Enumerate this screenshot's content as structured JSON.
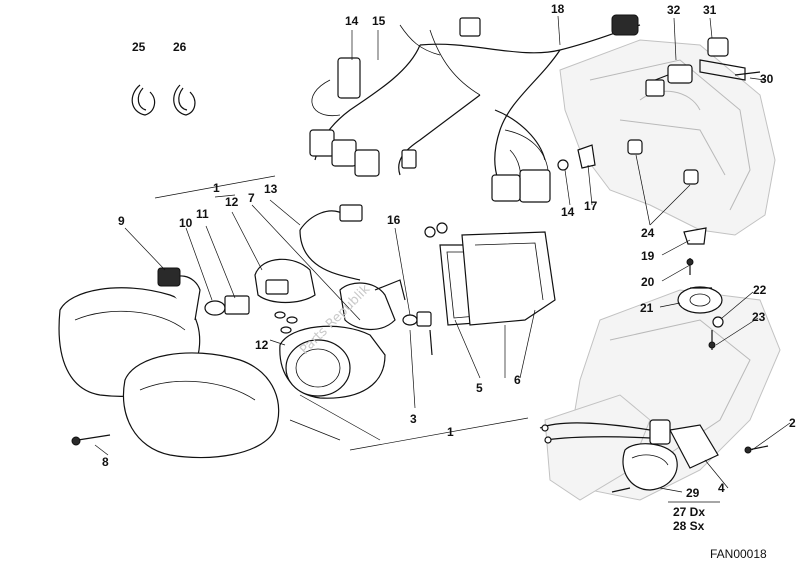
{
  "diagram": {
    "code": "FAN00018",
    "labels": {
      "n1a": "1",
      "n1b": "1",
      "n2": "2",
      "n3": "3",
      "n4": "4",
      "n5": "5",
      "n6": "6",
      "n7": "7",
      "n8": "8",
      "n9": "9",
      "n10": "10",
      "n11": "11",
      "n12a": "12",
      "n12b": "12",
      "n13": "13",
      "n14a": "14",
      "n14b": "14",
      "n15": "15",
      "n16": "16",
      "n17": "17",
      "n18": "18",
      "n19": "19",
      "n20": "20",
      "n21": "21",
      "n22": "22",
      "n23": "23",
      "n24": "24",
      "n25": "25",
      "n26": "26",
      "n27": "27 Dx",
      "n28": "28 Sx",
      "n29": "29",
      "n30": "30",
      "n31": "31",
      "n32": "32"
    },
    "watermark": "Parts Republik"
  }
}
